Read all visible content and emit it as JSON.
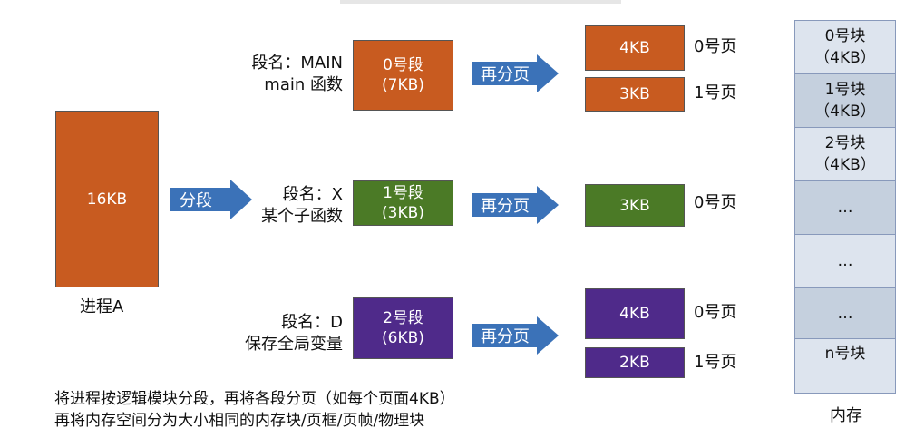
{
  "process": {
    "size": "16KB",
    "label": "进程A"
  },
  "split_arrow": "分段",
  "repage_arrow": "再分页",
  "segments": [
    {
      "name_line1": "段名：MAIN",
      "name_line2": "main 函数",
      "seg_title": "0号段",
      "seg_size": "(7KB)",
      "color": "#c85b20",
      "pages": [
        {
          "size": "4KB",
          "label": "0号页"
        },
        {
          "size": "3KB",
          "label": "1号页"
        }
      ]
    },
    {
      "name_line1": "段名：X",
      "name_line2": "某个子函数",
      "seg_title": "1号段",
      "seg_size": "(3KB)",
      "color": "#4b7a26",
      "pages": [
        {
          "size": "3KB",
          "label": "0号页"
        }
      ]
    },
    {
      "name_line1": "段名：D",
      "name_line2": "保存全局变量",
      "seg_title": "2号段",
      "seg_size": "(6KB)",
      "color": "#4f2a8a",
      "pages": [
        {
          "size": "4KB",
          "label": "0号页"
        },
        {
          "size": "2KB",
          "label": "1号页"
        }
      ]
    }
  ],
  "memory": {
    "label": "内存",
    "blocks": [
      {
        "line1": "0号块",
        "line2": "（4KB）"
      },
      {
        "line1": "1号块",
        "line2": "（4KB）"
      },
      {
        "line1": "2号块",
        "line2": "（4KB）"
      },
      {
        "line1": "…",
        "line2": ""
      },
      {
        "line1": "…",
        "line2": ""
      },
      {
        "line1": "…",
        "line2": ""
      },
      {
        "line1": "n号块",
        "line2": ""
      }
    ]
  },
  "notes": [
    "将进程按逻辑模块分段，再将各段分页（如每个页面4KB）",
    "再将内存空间分为大小相同的内存块/页框/页帧/物理块"
  ]
}
